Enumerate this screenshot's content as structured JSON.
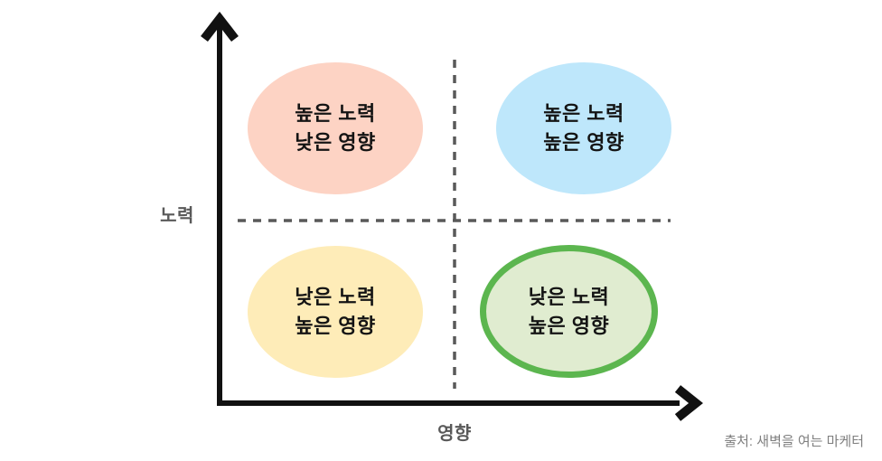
{
  "diagram": {
    "type": "quadrant-matrix",
    "y_axis_label": "노력",
    "x_axis_label": "영향",
    "quadrants": {
      "top_left": {
        "line1": "높은 노력",
        "line2": "낮은 영향",
        "fill": "#FDD3C4"
      },
      "top_right": {
        "line1": "높은 노력",
        "line2": "높은 영향",
        "fill": "#BEE7FB"
      },
      "bottom_left": {
        "line1": "낮은 노력",
        "line2": "높은 영향",
        "fill": "#FEECB8"
      },
      "bottom_right": {
        "line1": "낮은 노력",
        "line2": "높은 영향",
        "fill": "#E0ECD0",
        "border_color": "#5CB64F"
      }
    },
    "source_caption": "출처: 새벽을 여는 마케터",
    "colors": {
      "axis": "#111111",
      "dashed_divider": "#595959",
      "axis_label_gray": "#595959",
      "caption_gray": "#7f7f7f"
    }
  }
}
